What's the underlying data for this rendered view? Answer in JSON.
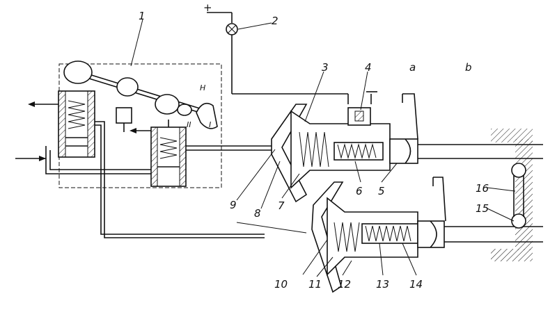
{
  "labels": {
    "l1": "1",
    "l2": "2",
    "l3": "3",
    "l4": "4",
    "la": "a",
    "lb": "b",
    "l5": "5",
    "l6": "6",
    "l7": "7",
    "l8": "8",
    "l9": "9",
    "l10": "10",
    "l11": "11",
    "l12": "12",
    "l13": "13",
    "l14": "14",
    "l15": "15",
    "l16": "16",
    "lH": "H",
    "lI": "I",
    "lII": "II",
    "lplus": "+"
  }
}
